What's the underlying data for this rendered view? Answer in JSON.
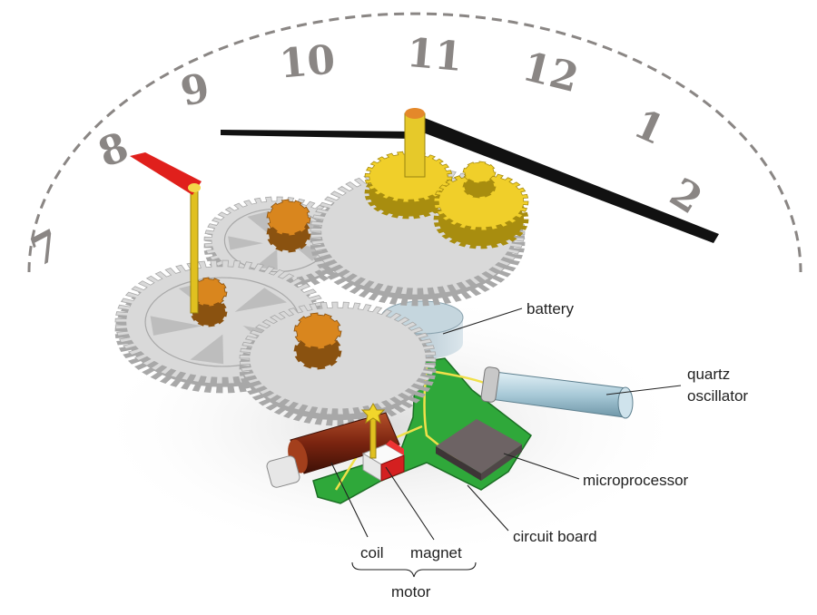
{
  "title": "Quartz clock mechanism",
  "numerals": [
    "7",
    "8",
    "9",
    "10",
    "11",
    "12",
    "1",
    "2"
  ],
  "labels": {
    "battery": "battery",
    "quartz_line1": "quartz",
    "quartz_line2": "oscillator",
    "microprocessor": "microprocessor",
    "circuit_board": "circuit board",
    "coil": "coil",
    "magnet": "magnet",
    "motor": "motor"
  },
  "colors": {
    "gear_grey": "#d9d9d9",
    "gear_yellow": "#f0cf2a",
    "pinion_orange": "#d9861e",
    "board_green": "#2fa83a",
    "second_hand": "#e0201c",
    "hands": "#111111"
  }
}
